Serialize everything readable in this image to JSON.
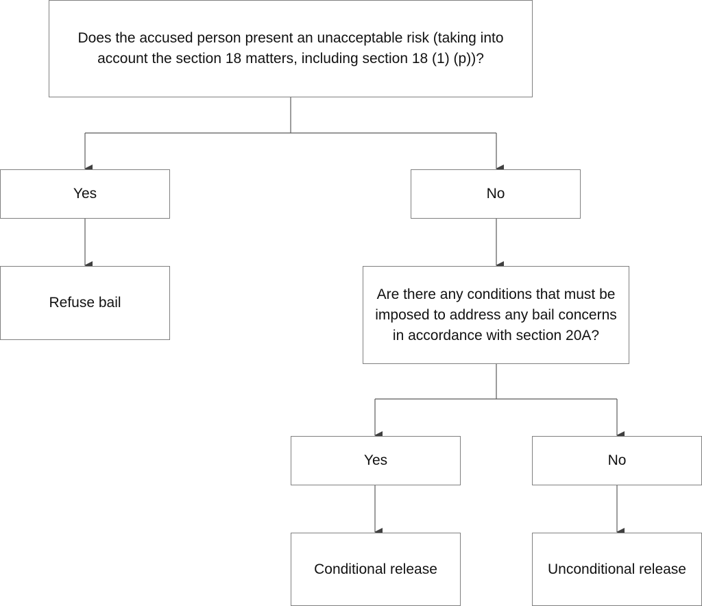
{
  "flowchart": {
    "question1": "Does the accused person present an unacceptable risk (taking into account the section 18 matters, including section 18 (1) (p))?",
    "yes1": "Yes",
    "no1": "No",
    "refuse": "Refuse bail",
    "question2": "Are there any conditions that must be imposed to address any bail concerns in accordance with section 20A?",
    "yes2": "Yes",
    "no2": "No",
    "conditional": "Conditional release",
    "unconditional": "Unconditional release"
  },
  "colors": {
    "border": "#7f7f7f",
    "connector": "#595959",
    "text": "#111111"
  }
}
